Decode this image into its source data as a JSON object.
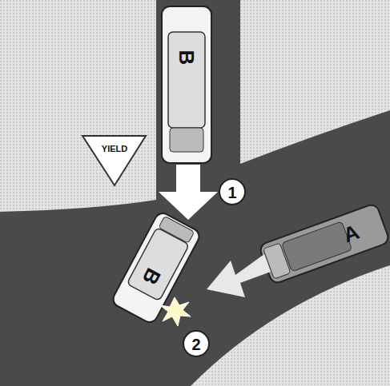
{
  "diagram": {
    "labels": [
      "YIELD",
      "B",
      "B",
      "A",
      "1",
      "2"
    ]
  }
}
